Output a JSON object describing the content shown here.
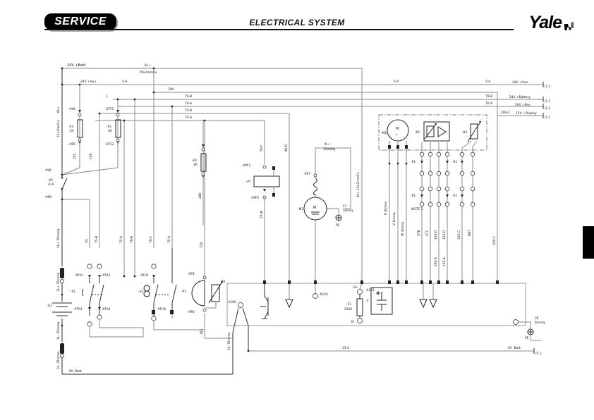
{
  "header": {
    "badge": "SERVICE",
    "title": "ELECTRICAL SYSTEM",
    "brand": "Yale"
  },
  "diagram": {
    "labels": {
      "t_24v_batt": "24V +Batt.",
      "t_6l": "6L+",
      "t_6l_sz": "15x2mmCu",
      "t_24v_aux": "24V +Aux.",
      "t_5a": "5-A",
      "t_200": "200",
      "t_1": "1",
      "t_79b": "79-B",
      "t_70a": "70-A",
      "t_75b": "75-B",
      "t_75a": "75-A",
      "t_201": "201",
      "t_240": "240",
      "t_33": "33",
      "t_720": "720",
      "t_181": "181",
      "t_79c": "79-C",
      "t_x94": "-X94",
      "t_x95": "-X95",
      "t_xtf1": "-XTF1",
      "t_xtf2": "-XTF2",
      "t_f3": "-F3",
      "t_f3v": "5A",
      "t_f2": "-F2",
      "t_f2v": "3A",
      "t_f4": "-F4",
      "t_f4v": "3A",
      "t_x96": "-X96",
      "t_k1": "-K1",
      "t_k1ref": "/1.6",
      "t_x98": "-X98",
      "t_2lp": "2L+ 35mmq",
      "t_1lp": "1L+ 35mmq",
      "t_1lm": "1L- 35mmq",
      "t_2lm": "2L- 35mmq",
      "t_g1": "-G1",
      "t_0v": "0V -Batt.",
      "t_s1": "-S1",
      "t_s2": "-S2",
      "t_p1": "-P1",
      "t_r1": "R1",
      "t_xta1": "-XTA1",
      "t_xta2": "-XTA2",
      "t_xta3": "-XTA3",
      "t_xta4": "-XTA4",
      "t_xth1": "-XTH1",
      "t_xth2": "-XTH2",
      "t_xp1": "-XP1",
      "t_xp2": "-XP2",
      "t_u7": "-U7",
      "t_xpf1": "-XPF1",
      "t_xpf2": "-XPF2",
      "t_50y": "50-Y",
      "t_75w": "75-W",
      "t_40b": "40-B",
      "t_m2": "-M2",
      "t_m": "M",
      "t_x97": "-X97",
      "t_np1": "N.+",
      "t_np2": "35mmq",
      "t_f1s": "F1",
      "t_f1s2": "5mmq",
      "t_pe": "PE",
      "t_6mmq": "6mmq",
      "t_4l": "4L+ 15x2mmCu",
      "t_m1": "-M1",
      "t_tilde": "~",
      "t_b1": "-B1",
      "t_b2": "-B2",
      "t_u4": "U 4mmq",
      "t_v4": "V 4mmq",
      "t_w4": "W 4mmq",
      "t_x1": "-X1",
      "t_note1": "NOTE 1",
      "t_stb": "STB",
      "t_st1": "ST1",
      "t_200d": "200-D",
      "t_102d": "102-D",
      "t_102c": "102-C",
      "t_mst": "MST",
      "t_200c": "200-C",
      "t_200a": "200-A",
      "t_102a": "102-A",
      "t_x100": "-X100",
      "t_x101": "-X101",
      "t_x103": "-X103",
      "t_bp": "B+",
      "t_bm": "B-",
      "t_f1": "-F1",
      "t_f1v": "250A",
      "t_c": "-C",
      "t_13a": "13-A",
      "t_e_batt": "24V +Battery",
      "t_e_key": "24V +Key",
      "t_e_disp": "12V +Display",
      "t_ref": "/2.1"
    }
  }
}
